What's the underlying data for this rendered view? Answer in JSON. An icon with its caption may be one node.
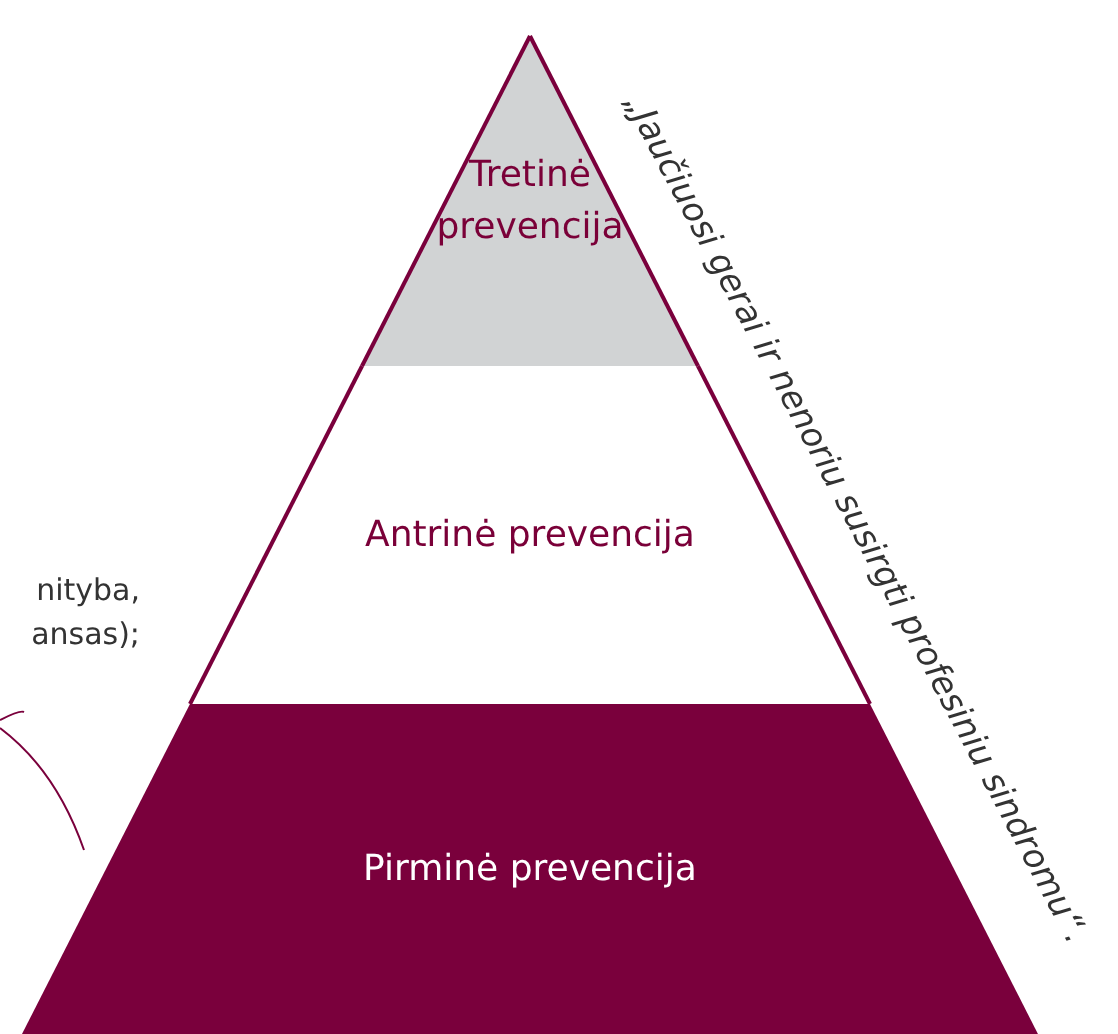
{
  "diagram": {
    "nodes": [
      {
        "text": [
          "Tretinė prevencija"
        ]
      },
      {
        "text": [
          "Antrinė prevencija"
        ]
      },
      {
        "text": [
          "Pirminė prevencija"
        ]
      }
    ],
    "labels": [
      "„Jaučiuosi gerai ir nenoriu susirgti profesiniu sindromu“.",
      "nityba, ansas);"
    ]
  }
}
